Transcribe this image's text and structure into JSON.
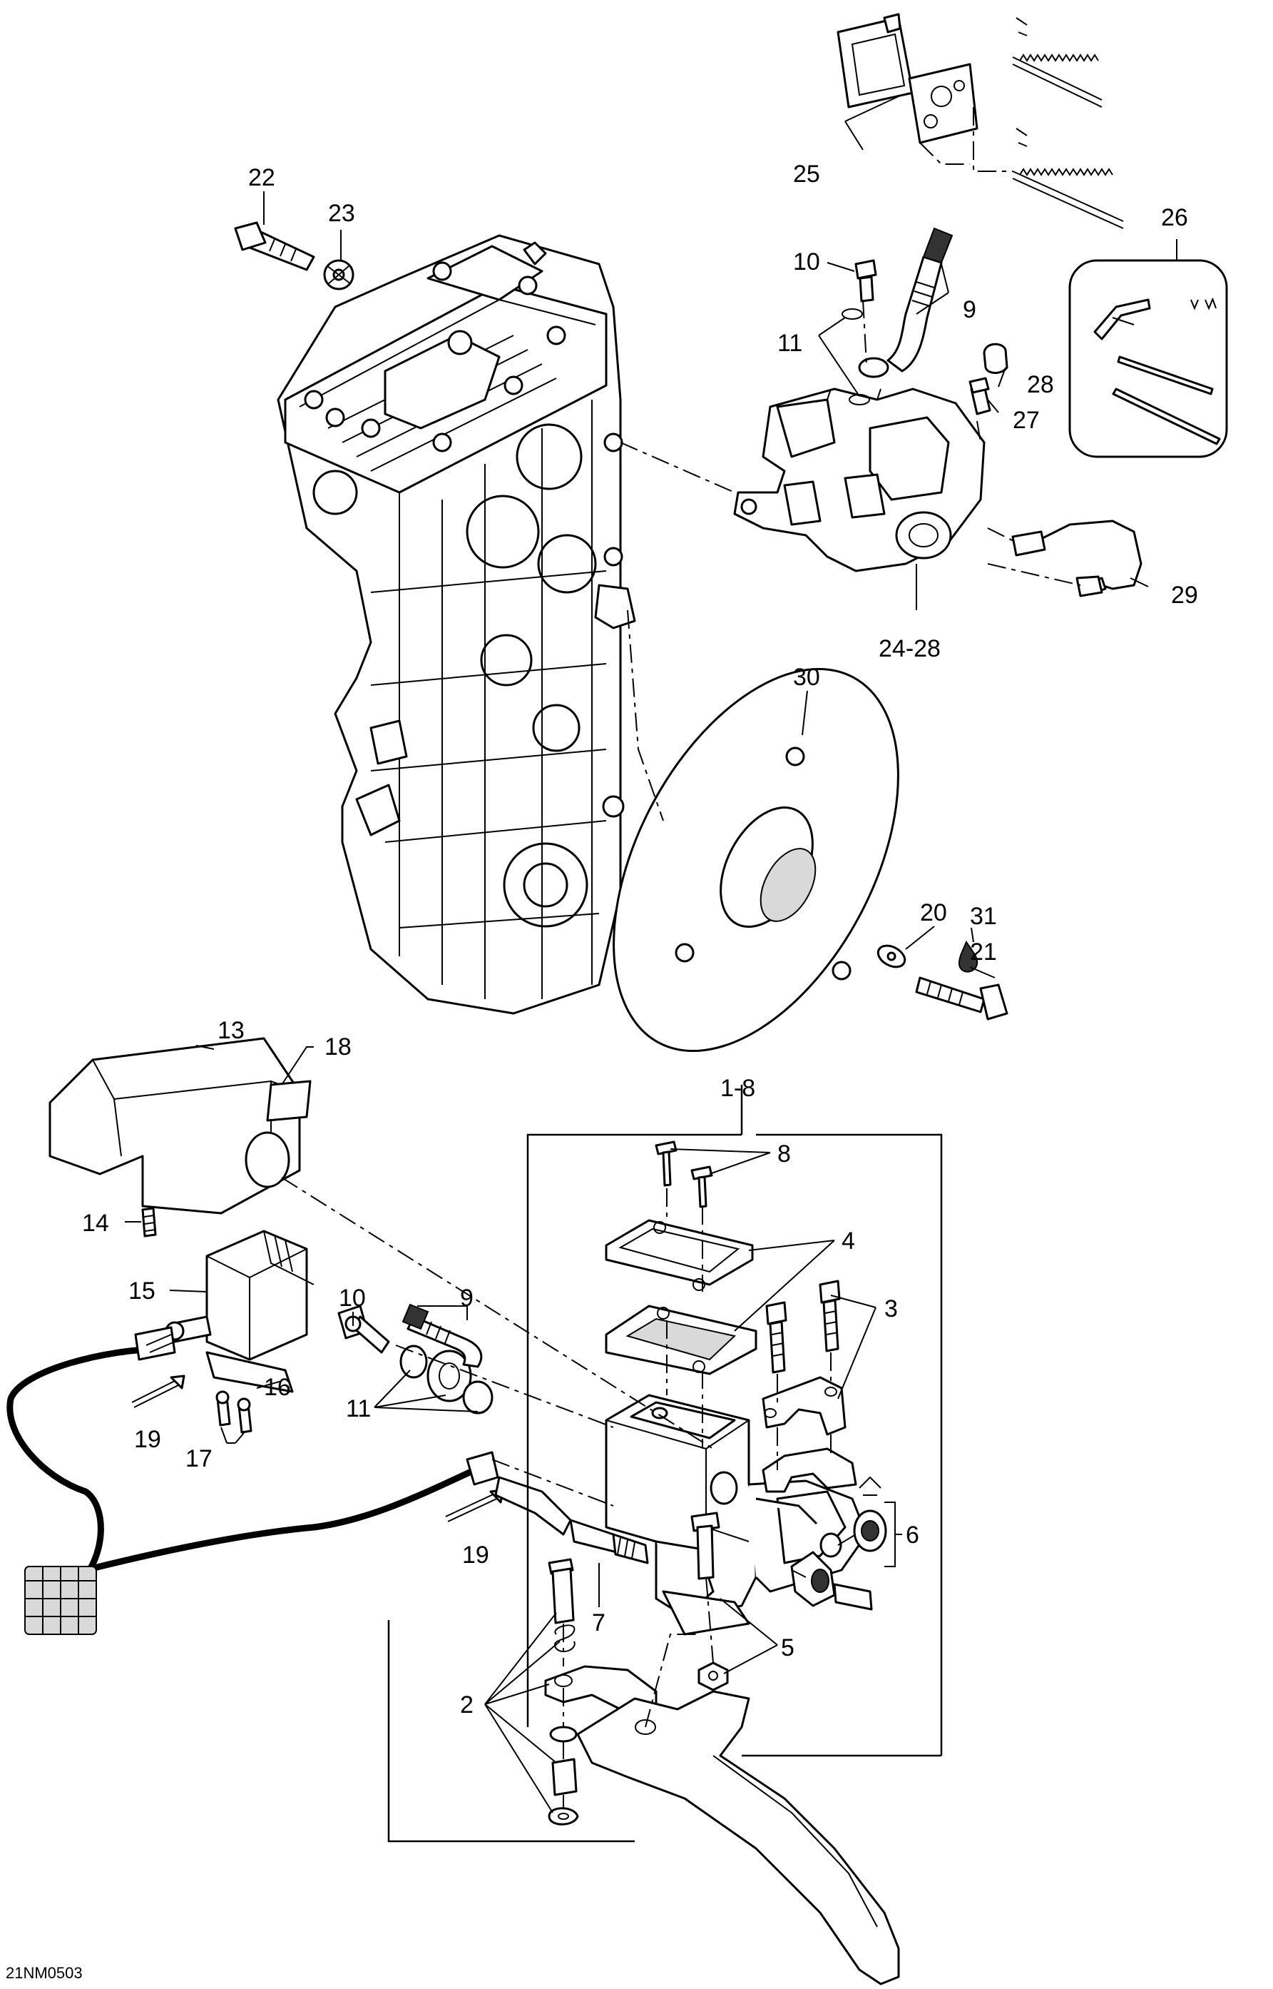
{
  "figure_code": "21NM0503",
  "callouts": {
    "c1_8": "1-8",
    "c2": "2",
    "c3": "3",
    "c4": "4",
    "c5": "5",
    "c6": "6",
    "c7": "7",
    "c8": "8",
    "c9_top": "9",
    "c9_bottom": "9",
    "c10_top": "10",
    "c10_bottom": "10",
    "c11_top": "11",
    "c11_bottom": "11",
    "c13": "13",
    "c14": "14",
    "c15": "15",
    "c16": "16",
    "c17": "17",
    "c18": "18",
    "c19_left": "19",
    "c19_mid": "19",
    "c20": "20",
    "c21": "21",
    "c22": "22",
    "c23": "23",
    "c24_28": "24-28",
    "c25": "25",
    "c26": "26",
    "c27": "27",
    "c28": "28",
    "c29": "29",
    "c30": "30",
    "c31": "31"
  }
}
